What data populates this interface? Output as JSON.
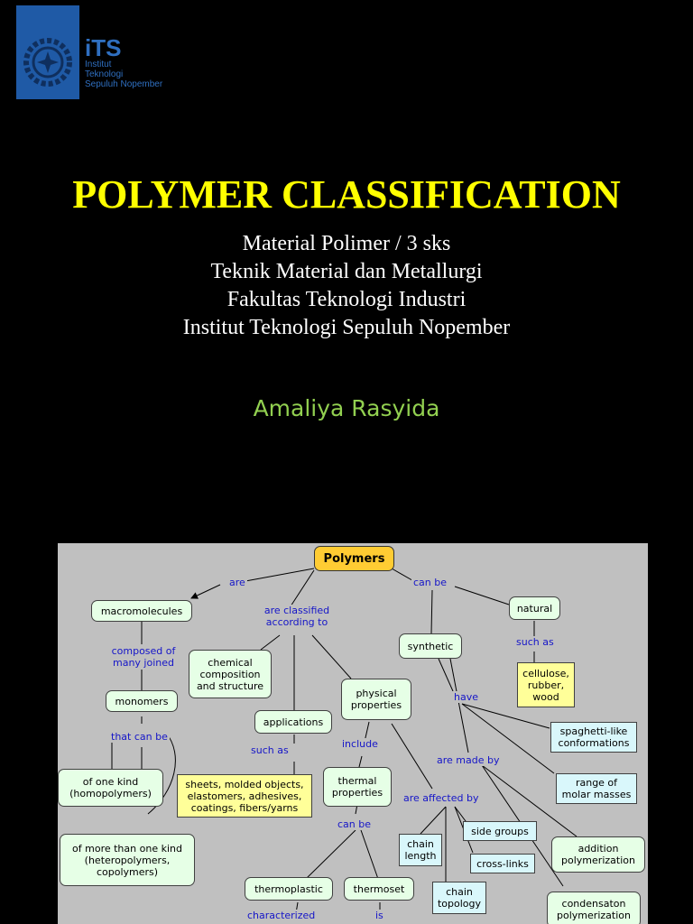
{
  "logo": {
    "abbr": "iTS",
    "lines": [
      "Institut",
      "Teknologi",
      "Sepuluh Nopember"
    ],
    "color": "#2f6fc0",
    "emblem_icon": "its-gear-emblem-icon"
  },
  "title": "POLYMER CLASSIFICATION",
  "subtitle": [
    "Material Polimer / 3 sks",
    "Teknik Material dan Metallurgi",
    "Fakultas Teknologi Industri",
    "Institut Teknologi Sepuluh Nopember"
  ],
  "author": "Amaliya Rasyida",
  "concept_map": {
    "nodes": {
      "polymers": "Polymers",
      "macromolecules": "macromolecules",
      "monomers": "monomers",
      "one_kind": "of one kind\n(homopolymers)",
      "more_kind": "of more than one kind\n(heteropolymers,\ncopolymers)",
      "chemical": "chemical\ncomposition\nand structure",
      "applications": "applications",
      "app_examples": "sheets, molded objects,\nelastomers, adhesives,\ncoatings, fibers/yarns",
      "physical": "physical\nproperties",
      "thermal": "thermal\nproperties",
      "thermoplastic": "thermoplastic",
      "thermoset": "thermoset",
      "synthetic": "synthetic",
      "natural": "natural",
      "natural_examples": "cellulose,\nrubber,\nwood",
      "spaghetti": "spaghetti-like\nconformations",
      "molar": "range of\nmolar masses",
      "side_groups": "side groups",
      "chain_length": "chain\nlength",
      "cross_links": "cross-links",
      "chain_topology": "chain\ntopology",
      "addition": "addition\npolymerization",
      "condensation": "condensaton\npolymerization"
    },
    "links": {
      "are": "are",
      "are_classified": "are classified\naccording to",
      "can_be_top": "can be",
      "composed_of": "composed of\nmany joined",
      "that_can_be": "that can be",
      "such_as_app": "such as",
      "include": "include",
      "can_be_thermal": "can be",
      "characterized": "characterized",
      "is": "is",
      "are_affected_by": "are affected by",
      "are_made_by": "are made by",
      "have": "have",
      "such_as_nat": "such as"
    },
    "colors": {
      "background": "#c0c0c0",
      "root": "#ffcc33",
      "concept": "#e6ffe6",
      "example": "#ffff99",
      "factor": "#d9f7fb",
      "link_text": "#1515c8"
    }
  }
}
